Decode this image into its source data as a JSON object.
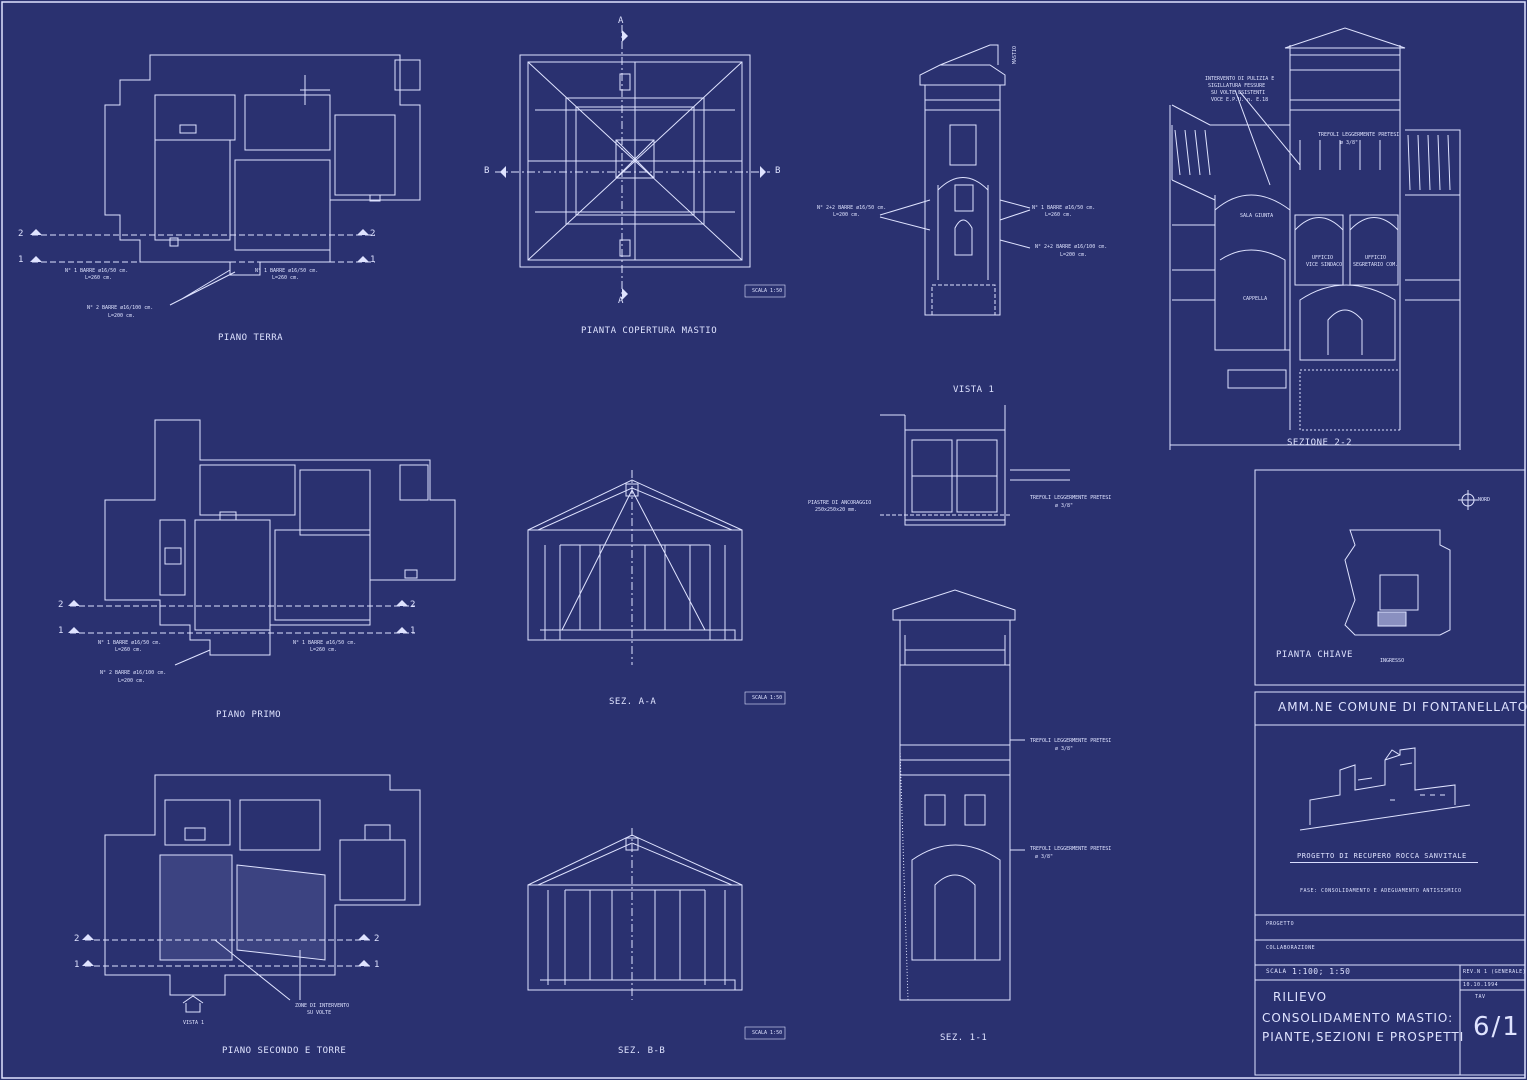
{
  "labels": {
    "piano_terra": "PIANO TERRA",
    "pianta_copertura": "PIANTA COPERTURA MASTIO",
    "vista_1": "VISTA 1",
    "sezione_2_2": "SEZIONE 2-2",
    "piano_primo": "PIANO PRIMO",
    "sez_a_a": "SEZ. A-A",
    "pianta_chiave": "PIANTA CHIAVE",
    "piano_secondo": "PIANO SECONDO E TORRE",
    "sez_b_b": "SEZ. B-B",
    "sez_1_1": "SEZ. 1-1",
    "vista_1_small": "VISTA 1",
    "nord": "NORD",
    "ingresso": "INGRESSO",
    "mastio": "MASTIO"
  },
  "scales": {
    "s1": "SCALA 1:50",
    "s2": "SCALA 1:50",
    "s3": "SCALA 1:50"
  },
  "section_marks": {
    "one": "1",
    "two": "2",
    "a": "A",
    "b": "B"
  },
  "annotations": {
    "pt_barre1": "N° 1 BARRE ø16/50 cm.",
    "pt_l260": "L=260 cm.",
    "pt_barre1b": "N° 1 BARRE ø16/50 cm.",
    "pt_l260b": "L=260 cm.",
    "pt_barre2": "N° 2 BARRE ø16/100 cm.",
    "pt_l200": "L=200 cm.",
    "pp_barre1": "N° 1 BARRE ø16/50 cm.",
    "pp_l260": "L=260 cm.",
    "pp_barre1b": "N° 1 BARRE ø16/50 cm.",
    "pp_l260b": "L=260 cm.",
    "pp_barre2": "N° 2 BARRE ø16/100 cm.",
    "pp_l200": "L=200 cm.",
    "v_barre22": "N° 2+2 BARRE ø16/50 cm.",
    "v_l200": "L=200 cm.",
    "v_barre1": "N° 1 BARRE ø16/50 cm.",
    "v_l260": "L=260 cm.",
    "v_barre22b": "N° 2+2 BARRE ø16/100 cm.",
    "v_l200b": "L=200 cm.",
    "piastre": "PIASTRE DI ANCORAGGIO",
    "piastre_dim": "250x250x20 mm.",
    "trefoli1": "TREFOLI LEGGERMENTE PRETESI",
    "trefoli1_d": "ø 3/8\"",
    "trefoli2": "TREFOLI LEGGERMENTE PRETESI",
    "trefoli2_d": "ø 3/8\"",
    "trefoli3": "TREFOLI LEGGERMENTE PRETESI",
    "trefoli3_d": "ø 3/8\"",
    "trefoli4": "TREFOLI LEGGERMENTE PRETESI",
    "trefoli4_d": "ø 3/8\"",
    "intervento1": "INTERVENTO DI PULIZIA E",
    "intervento2": "SIGILLATURA FESSURE",
    "intervento3": "SU VOLTE ESISTENTI",
    "intervento4": "VOCE E.P.U. n. E.18",
    "sala_giunta": "SALA GIUNTA",
    "ufficio_vice1": "UFFICIO",
    "ufficio_vice2": "VICE SINDACO",
    "ufficio_seg1": "UFFICIO",
    "ufficio_seg2": "SEGRETARIO COM.",
    "cappella": "CAPPELLA",
    "zone1": "ZONE DI INTERVENTO",
    "zone2": "SU VOLTE"
  },
  "title_block": {
    "client": "AMM.NE COMUNE DI FONTANELLATO",
    "project": "PROGETTO DI RECUPERO ROCCA SANVITALE",
    "phase": "FASE:   CONSOLIDAMENTO E ADEGUAMENTO ANTISISMICO",
    "progetto": "PROGETTO",
    "collaborazione": "COLLABORAZIONE",
    "scala": "SCALA",
    "scale_value": "1:100; 1:50",
    "rev": "REV.N 1 (GENERALE)",
    "date": "10.10.1994",
    "tav_label": "TAV",
    "title1": "RILIEVO",
    "title2": "CONSOLIDAMENTO MASTIO:",
    "title3": "PIANTE,SEZIONI E PROSPETTI",
    "sheet": "6/1"
  }
}
